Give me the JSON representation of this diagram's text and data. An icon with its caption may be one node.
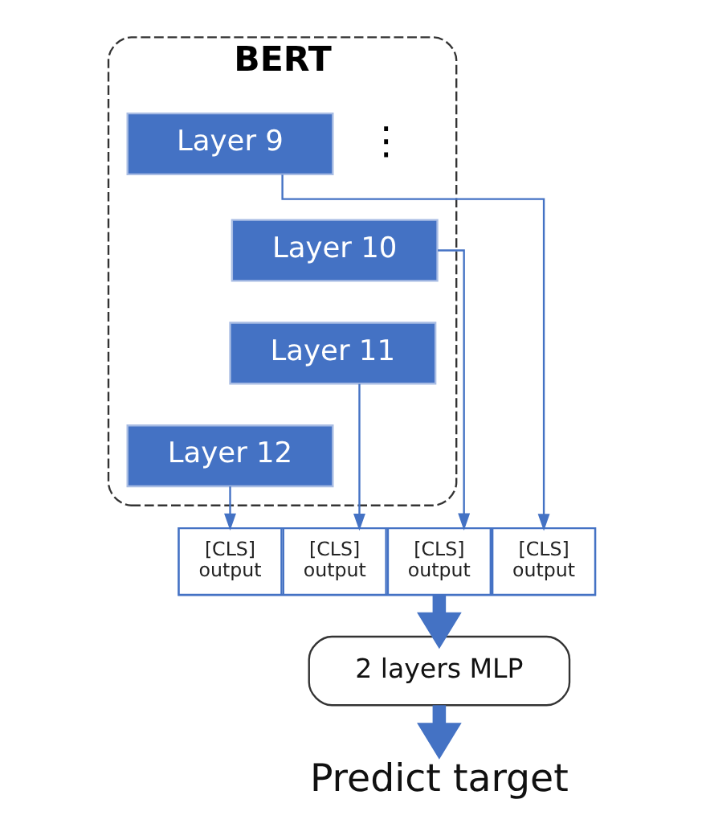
{
  "diagram": {
    "nodes": [
      {
        "text": [
          "BERT"
        ]
      },
      {
        "text": [
          "Layer 9"
        ],
        "in": 0
      },
      {
        "text": [
          "Layer 10"
        ],
        "in": 0
      },
      {
        "text": [
          "Layer 11"
        ],
        "in": 0
      },
      {
        "text": [
          "Layer 12"
        ],
        "in": 0
      },
      {
        "text": [],
        "shape": "box"
      },
      {
        "text": [
          "[CLS] output"
        ],
        "in": 5
      },
      {
        "text": [
          "[CLS] output"
        ],
        "in": 5
      },
      {
        "text": [
          "[CLS] output"
        ],
        "in": 5
      },
      {
        "text": [
          "[CLS] output"
        ],
        "in": 5
      },
      {
        "text": [
          "2 layers MLP"
        ]
      },
      {
        "text": [
          "Predict target"
        ]
      }
    ],
    "edges": [
      {
        "from": 1,
        "to": 9,
        "arrow": "to"
      },
      {
        "from": 2,
        "to": 8,
        "arrow": "to"
      },
      {
        "from": 3,
        "to": 7,
        "arrow": "to"
      },
      {
        "from": 4,
        "to": 6,
        "arrow": "to"
      },
      {
        "from": 5,
        "to": 10,
        "arrow": "to",
        "style": "thick"
      },
      {
        "from": 10,
        "to": 11,
        "arrow": "to",
        "style": "thick"
      }
    ],
    "labels": [
      "⋮"
    ]
  }
}
